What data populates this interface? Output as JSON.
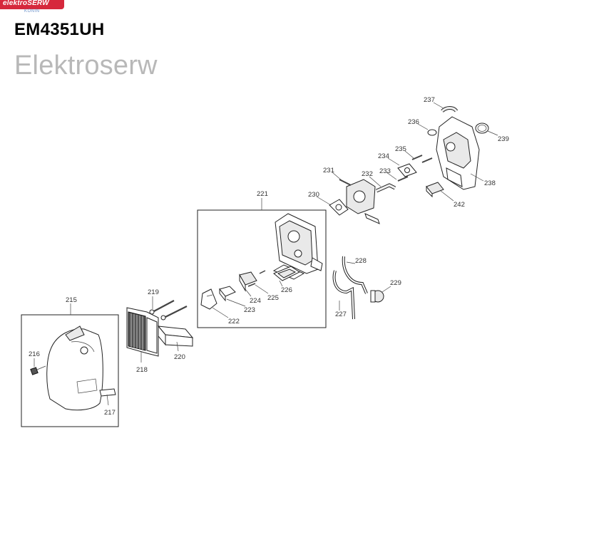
{
  "header": {
    "logo_text": "elektroSERW",
    "logo_subtext": "KONIN",
    "model": "EM4351UH",
    "brand": "Elektroserw"
  },
  "parts": [
    {
      "label": "215"
    },
    {
      "label": "216"
    },
    {
      "label": "217"
    },
    {
      "label": "218"
    },
    {
      "label": "219"
    },
    {
      "label": "220"
    },
    {
      "label": "221"
    },
    {
      "label": "222"
    },
    {
      "label": "223"
    },
    {
      "label": "224"
    },
    {
      "label": "225"
    },
    {
      "label": "226"
    },
    {
      "label": "227"
    },
    {
      "label": "228"
    },
    {
      "label": "229"
    },
    {
      "label": "230"
    },
    {
      "label": "231"
    },
    {
      "label": "232"
    },
    {
      "label": "233"
    },
    {
      "label": "234"
    },
    {
      "label": "235"
    },
    {
      "label": "236"
    },
    {
      "label": "237"
    },
    {
      "label": "238"
    },
    {
      "label": "239"
    },
    {
      "label": "242"
    }
  ],
  "colors": {
    "logo_red": "#d6283c",
    "subtitle_gray": "#b8b8b8"
  }
}
